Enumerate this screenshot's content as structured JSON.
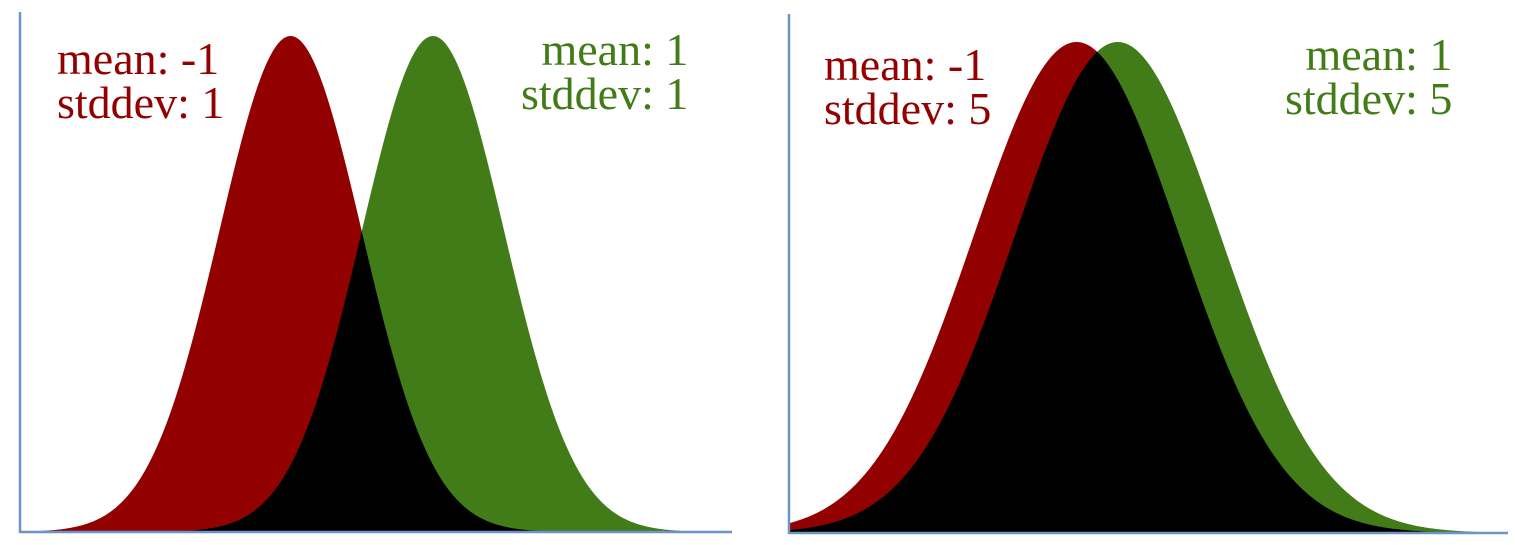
{
  "colors": {
    "red": "#920000",
    "green": "#427c18",
    "overlap": "#000000",
    "axis": "#6d93c8"
  },
  "chart_data": [
    {
      "type": "area",
      "x_range": [
        -4.8,
        5.2
      ],
      "series": [
        {
          "name": "mean: -1 stddev: 1",
          "mean": -1,
          "stddev": 1,
          "color": "#920000",
          "labels": {
            "mean": "mean: -1",
            "stddev": "stddev: 1"
          }
        },
        {
          "name": "mean: 1 stddev: 1",
          "mean": 1,
          "stddev": 1,
          "color": "#427c18",
          "labels": {
            "mean": "mean: 1",
            "stddev": "stddev: 1"
          }
        }
      ],
      "overlap_color": "#000000",
      "grid": false
    },
    {
      "type": "area",
      "x_range": [
        -15,
        20
      ],
      "series": [
        {
          "name": "mean: -1 stddev: 5",
          "mean": -1,
          "stddev": 5,
          "color": "#920000",
          "labels": {
            "mean": "mean: -1",
            "stddev": "stddev: 5"
          }
        },
        {
          "name": "mean: 1 stddev: 5",
          "mean": 1,
          "stddev": 5,
          "color": "#427c18",
          "labels": {
            "mean": "mean: 1",
            "stddev": "stddev: 5"
          }
        }
      ],
      "overlap_color": "#000000",
      "grid": false
    }
  ]
}
